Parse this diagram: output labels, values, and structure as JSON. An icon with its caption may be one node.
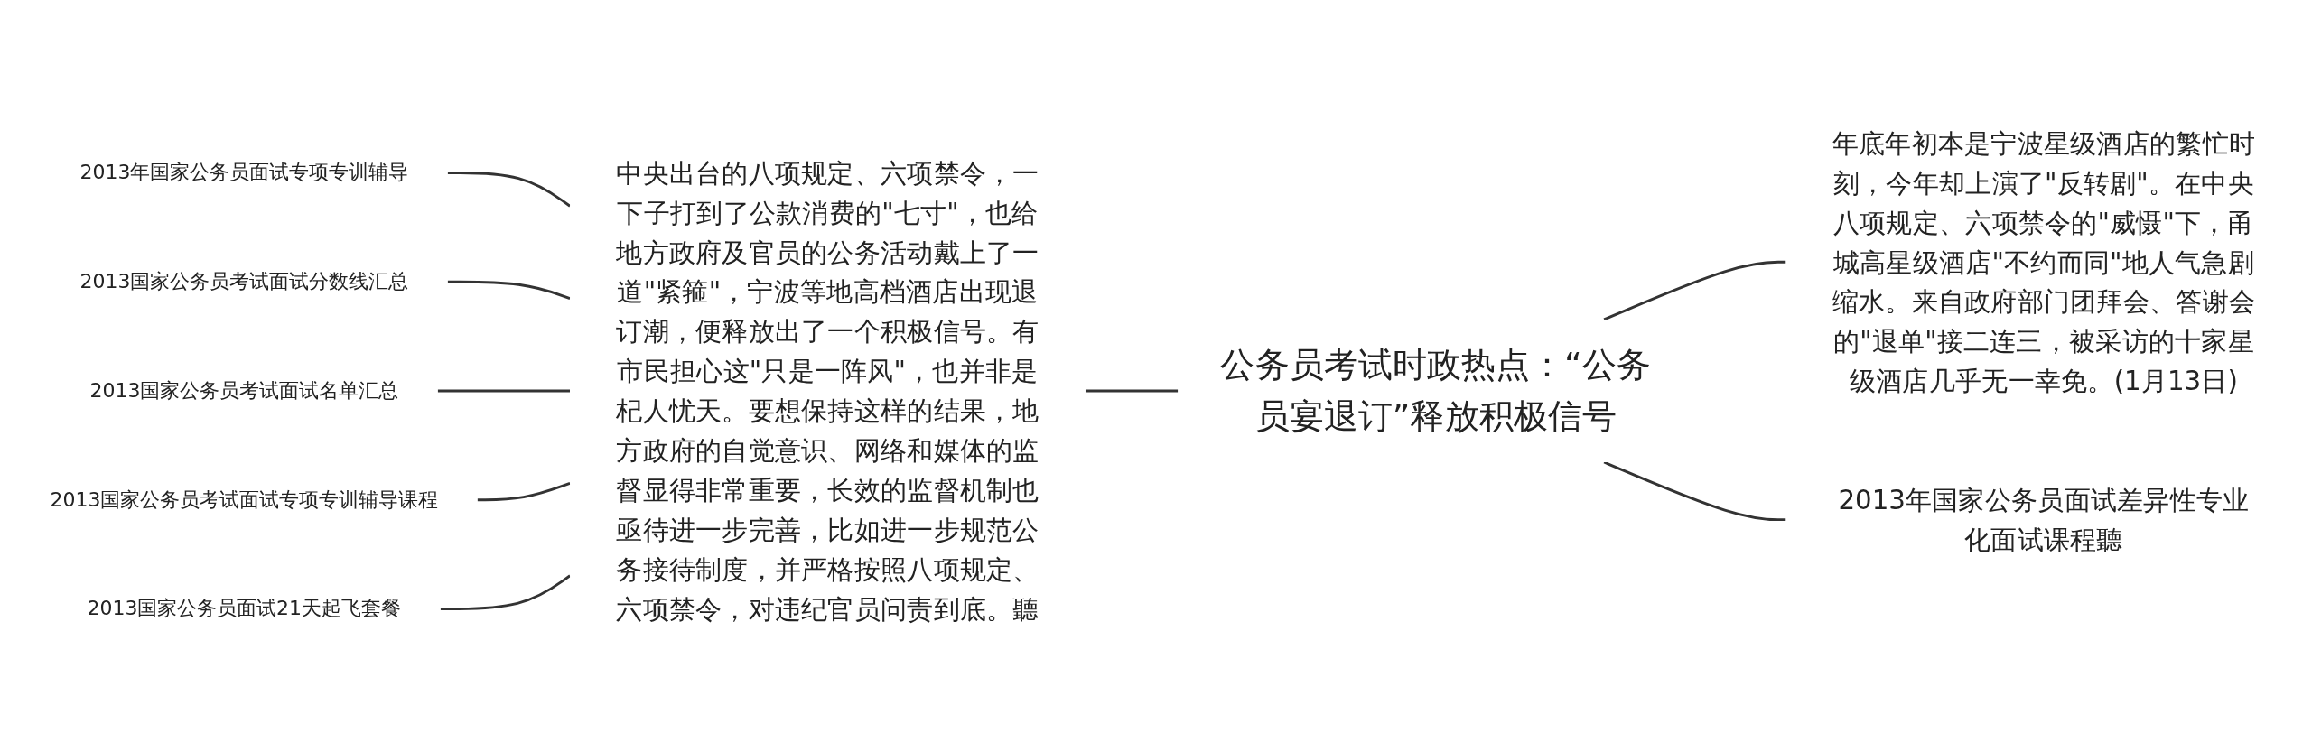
{
  "diagram": {
    "nodes": [
      {
        "text": [
          "公务员考试时政热点：“公务员宴退订”释放积极信号"
        ]
      },
      {
        "text": [
          "中央出台的八项规定、六项禁令，一下子打到了公款消费的\"七寸\"，也给地方政府及官员的公务活动戴上了一道\"紧箍\"，宁波等地高档酒店出现退订潮，便释放出了一个积极信号。有市民担心这\"只是一阵风\"，也并非是杞人忧天。要想保持这样的结果，地方政府的自觉意识、网络和媒体的监督显得非常重要，长效的监督机制也亟待进一步完善，比如进一步规范公务接待制度，并严格按照八项规定、六项禁令，对违纪官员问责到底。聽"
        ]
      },
      {
        "text": [
          "2013年国家公务员面试专项专训辅导"
        ]
      },
      {
        "text": [
          "2013国家公务员考试面试分数线汇总"
        ]
      },
      {
        "text": [
          "2013国家公务员考试面试名单汇总"
        ]
      },
      {
        "text": [
          "2013国家公务员考试面试专项专训辅导课程"
        ]
      },
      {
        "text": [
          "2013国家公务员面试21天起飞套餐"
        ]
      },
      {
        "text": [
          "年底年初本是宁波星级酒店的繁忙时刻，今年却上演了\"反转剧\"。在中央八项规定、六项禁令的\"威慑\"下，甬城高星级酒店\"不约而同\"地人气急剧缩水。来自政府部门团拜会、答谢会的\"退单\"接二连三，被采访的十家星级酒店几乎无一幸免。(1月13日)"
        ]
      },
      {
        "text": [
          "2013年国家公务员面试差异性专业化面试课程聽"
        ]
      }
    ],
    "edges": [
      {
        "from": 2,
        "to": 1,
        "arrow": "none"
      },
      {
        "from": 3,
        "to": 1,
        "arrow": "none"
      },
      {
        "from": 4,
        "to": 1,
        "arrow": "none"
      },
      {
        "from": 5,
        "to": 1,
        "arrow": "none"
      },
      {
        "from": 6,
        "to": 1,
        "arrow": "none"
      },
      {
        "from": 1,
        "to": 0,
        "arrow": "none"
      },
      {
        "from": 0,
        "to": 7,
        "arrow": "none"
      },
      {
        "from": 0,
        "to": 8,
        "arrow": "none"
      }
    ]
  }
}
